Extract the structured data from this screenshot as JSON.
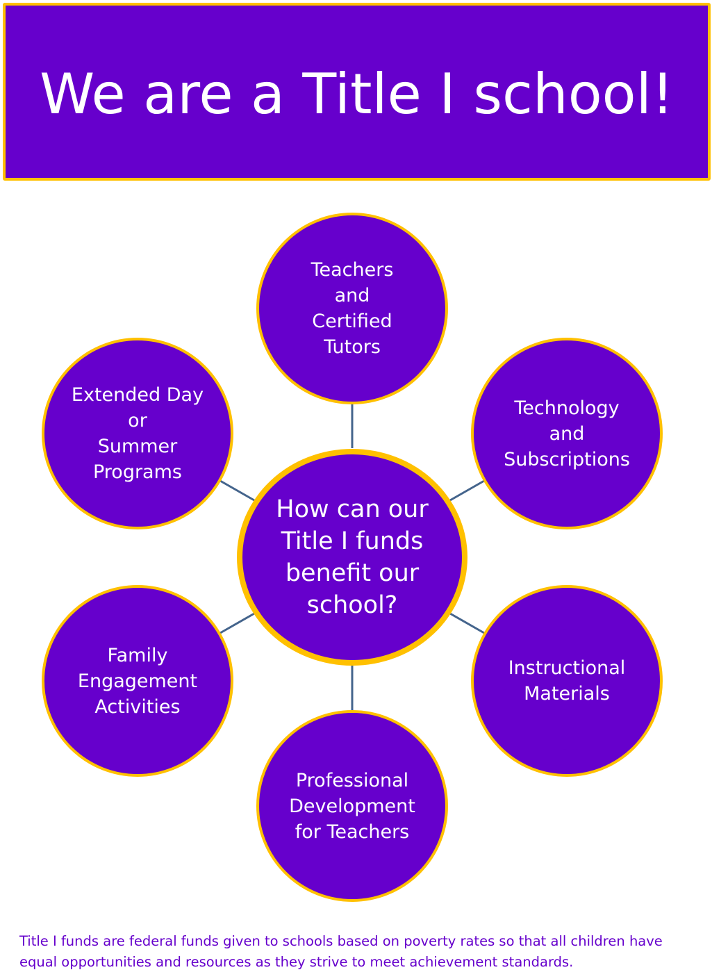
{
  "header": {
    "title": "We are a Title I school!"
  },
  "diagram": {
    "center": "How can our\nTitle I funds\nbenefit our\nschool?",
    "nodes": {
      "top": "Teachers\nand\nCertified\nTutors",
      "top_right": "Technology\nand\nSubscriptions",
      "bottom_right": "Instructional\nMaterials",
      "bottom": "Professional\nDevelopment\nfor Teachers",
      "bottom_left": "Family\nEngagement\nActivities",
      "top_left": "Extended Day\nor\nSummer\nPrograms"
    }
  },
  "footer": {
    "text": "Title I funds are federal funds given to schools based on poverty rates so that all children have equal opportunities and resources as they strive to meet achievement standards."
  },
  "colors": {
    "purple": "#6600cc",
    "gold": "#ffc000",
    "connector": "#44648c"
  }
}
